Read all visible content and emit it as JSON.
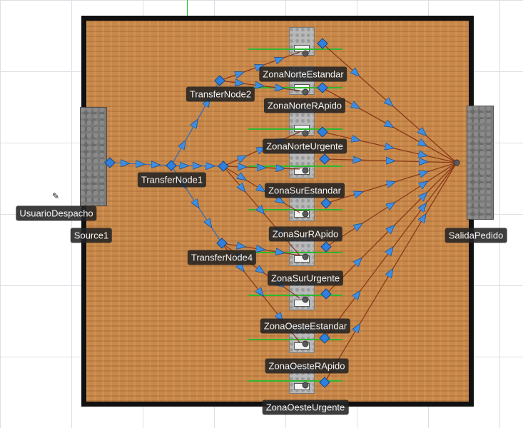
{
  "colors": {
    "floor": "#c8884a",
    "border": "#111111",
    "connector": "#8b3a1a",
    "node": "#2f7fe0",
    "path": "#2db82d"
  },
  "nodes": {
    "source": "Source1",
    "source_entity": "UsuarioDespacho",
    "sink": "SalidaPedido",
    "transfer1": "TransferNode1",
    "transfer2": "TransferNode2",
    "transfer4": "TransferNode4"
  },
  "servers": [
    "ZonaNorteEstandar",
    "ZonaNorteRApido",
    "ZonaNorteUrgente",
    "ZonaSurEstandar",
    "ZonaSurRApido",
    "ZonaSurUrgente",
    "ZonaOesteEstandar",
    "ZonaOesteRApido",
    "ZonaOesteUrgente"
  ],
  "icons": {
    "cursor": "cursor-icon"
  }
}
